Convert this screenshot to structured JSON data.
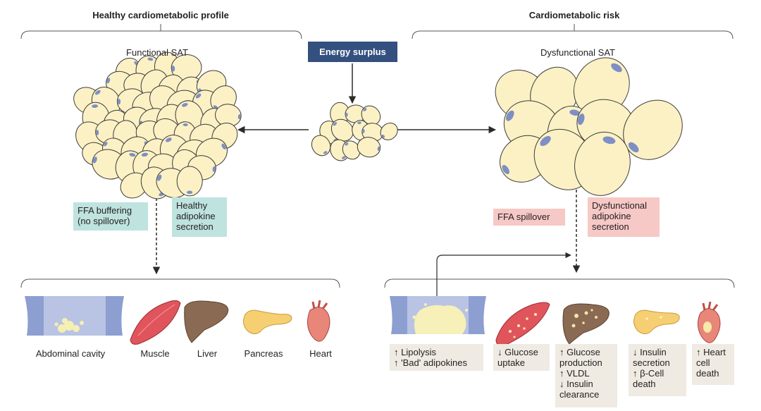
{
  "headers": {
    "left": "Healthy cardiometabolic profile",
    "right": "Cardiometabolic risk"
  },
  "center_box": "Energy surplus",
  "sat": {
    "functional": "Functional SAT",
    "dysfunctional": "Dysfunctional SAT"
  },
  "callouts": {
    "ffa_buffering": [
      "FFA buffering",
      "(no spillover)"
    ],
    "healthy_secretion": [
      "Healthy",
      "adipokine",
      "secretion"
    ],
    "ffa_spillover": "FFA spillover",
    "dysfunctional_secretion": [
      "Dysfunctional",
      "adipokine",
      "secretion"
    ]
  },
  "organs_healthy": {
    "abdominal": "Abdominal cavity",
    "muscle": "Muscle",
    "liver": "Liver",
    "pancreas": "Pancreas",
    "heart": "Heart"
  },
  "effects": {
    "abdominal": [
      "↑ Lipolysis",
      "↑ 'Bad' adipokines"
    ],
    "muscle": [
      "↓ Glucose",
      "uptake"
    ],
    "liver": [
      "↑ Glucose",
      "production",
      "↑ VLDL",
      "↓ Insulin",
      "clearance"
    ],
    "pancreas": [
      "↓ Insulin",
      "secretion",
      "↑ β-Cell",
      "death"
    ],
    "heart": [
      "↑ Heart",
      "cell",
      "death"
    ]
  },
  "colors": {
    "cell_fill": "#fbf1c5",
    "cell_stroke": "#3d3b38",
    "nucleus": "#7d8fc4",
    "energy_box": "#34507f",
    "teal_callout": "#bfe3df",
    "pink_callout": "#f6c9c6",
    "effect_panel": "#efebe3",
    "body_blue": "#8d9ed1",
    "muscle_red": "#e0555c",
    "liver_brown": "#8a6a52",
    "pancreas_yellow": "#f6cf72",
    "heart_red": "#e8867a"
  }
}
